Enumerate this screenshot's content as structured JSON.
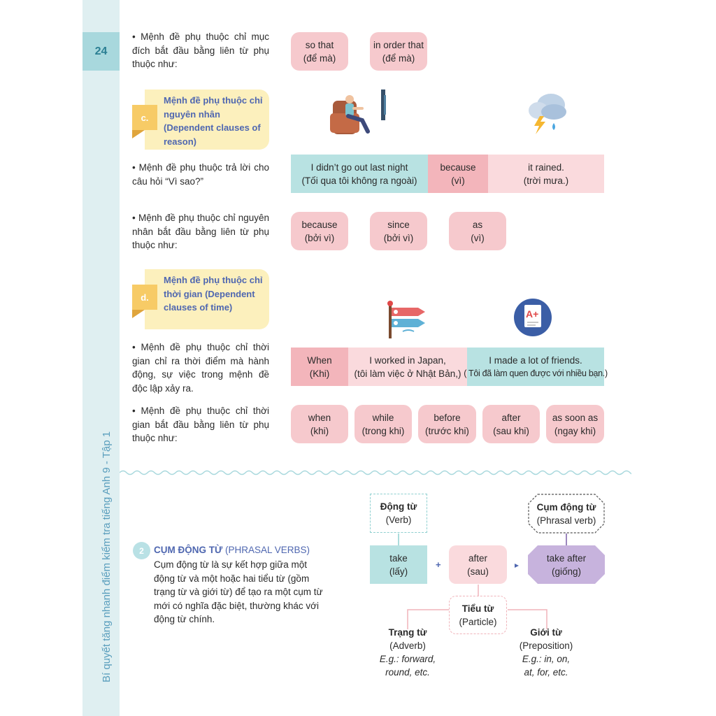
{
  "sidebar": {
    "page_number": "24",
    "book_title": "Bí quyết tăng nhanh điểm kiểm tra tiếng Anh 9 - Tập 1"
  },
  "purpose_row": {
    "text": "• Mệnh đề phụ thuộc chỉ mục đích bắt đầu bằng liên từ phụ thuộc như:",
    "pills": [
      {
        "en": "so that",
        "vi": "(để mà)"
      },
      {
        "en": "in order that",
        "vi": "(để mà)"
      }
    ]
  },
  "section_c": {
    "letter": "c.",
    "title": "Mệnh đề phụ thuộc chỉ nguyên nhân (Dependent clauses of reason)",
    "example_text": "• Mệnh đề phụ thuộc trả lời cho câu hỏi “Vì sao?”",
    "example": [
      {
        "en": "I didn’t go out last night",
        "vi": "(Tối qua tôi không ra ngoài)"
      },
      {
        "en": "because",
        "vi": "(vì)"
      },
      {
        "en": "it rained.",
        "vi": "(trời mưa.)"
      }
    ],
    "conj_text": "• Mệnh đề phụ thuộc chỉ nguyên nhân bắt đầu bằng liên từ phụ thuộc như:",
    "pills": [
      {
        "en": "because",
        "vi": "(bởi vì)"
      },
      {
        "en": "since",
        "vi": "(bởi vì)"
      },
      {
        "en": "as",
        "vi": "(vì)"
      }
    ]
  },
  "section_d": {
    "letter": "d.",
    "title": "Mệnh đề phụ thuộc chỉ thời gian (Dependent clauses of time)",
    "example_text": "• Mệnh đề phụ thuộc chỉ thời gian chỉ ra thời điểm mà hành động, sự việc trong mệnh đề độc lập xảy ra.",
    "example": [
      {
        "en": "When",
        "vi": "(Khi)"
      },
      {
        "en": "I worked in Japan,",
        "vi": "(tôi làm việc ở Nhật Bản,)"
      },
      {
        "en": "I made a lot of friends.",
        "vi": "( Tôi đã làm quen được với nhiều bạn.)"
      }
    ],
    "conj_text": "• Mệnh đề phụ thuộc chỉ thời gian bắt đầu bằng liên từ phụ thuộc như:",
    "pills": [
      {
        "en": "when",
        "vi": "(khi)"
      },
      {
        "en": "while",
        "vi": "(trong khi)"
      },
      {
        "en": "before",
        "vi": "(trước khi)"
      },
      {
        "en": "after",
        "vi": "(sau khi)"
      },
      {
        "en": "as soon as",
        "vi": "(ngay khi)"
      }
    ],
    "grade_icon_text": "A+"
  },
  "section_2": {
    "number": "2",
    "heading_bold": "CỤM ĐỘNG TỪ",
    "heading_rest": " (PHRASAL VERBS)",
    "paragraph": "Cụm động từ là sự kết hợp giữa một động từ và một hoặc hai tiểu từ (gồm trạng từ và giới từ) để tạo ra một cụm từ mới có nghĩa đặc biệt, thường khác với động từ chính."
  },
  "diagram": {
    "verb": {
      "title": "Động từ",
      "sub": "(Verb)"
    },
    "phrasal": {
      "title": "Cụm động từ",
      "sub": "(Phrasal verb)"
    },
    "take": {
      "en": "take",
      "vi": "(lấy)"
    },
    "after": {
      "en": "after",
      "vi": "(sau)"
    },
    "take_after": {
      "en": "take after",
      "vi": "(giống)"
    },
    "plus": "+",
    "particle": {
      "title": "Tiểu từ",
      "sub": "(Particle)"
    },
    "adverb": {
      "title": "Trạng từ",
      "sub": "(Adverb)",
      "eg1": "E.g.: forward,",
      "eg2": "round, etc."
    },
    "preposition": {
      "title": "Giới từ",
      "sub": "(Preposition)",
      "eg1": "E.g.: in, on,",
      "eg2": "at, for, etc."
    }
  },
  "colors": {
    "teal": "#b8e2e2",
    "pink_dark": "#f3b5bb",
    "pink_light": "#fadadd",
    "heading_blue": "#4f67b0",
    "section_yellow": "#fcf0bd",
    "purple": "#c7b3dd"
  }
}
